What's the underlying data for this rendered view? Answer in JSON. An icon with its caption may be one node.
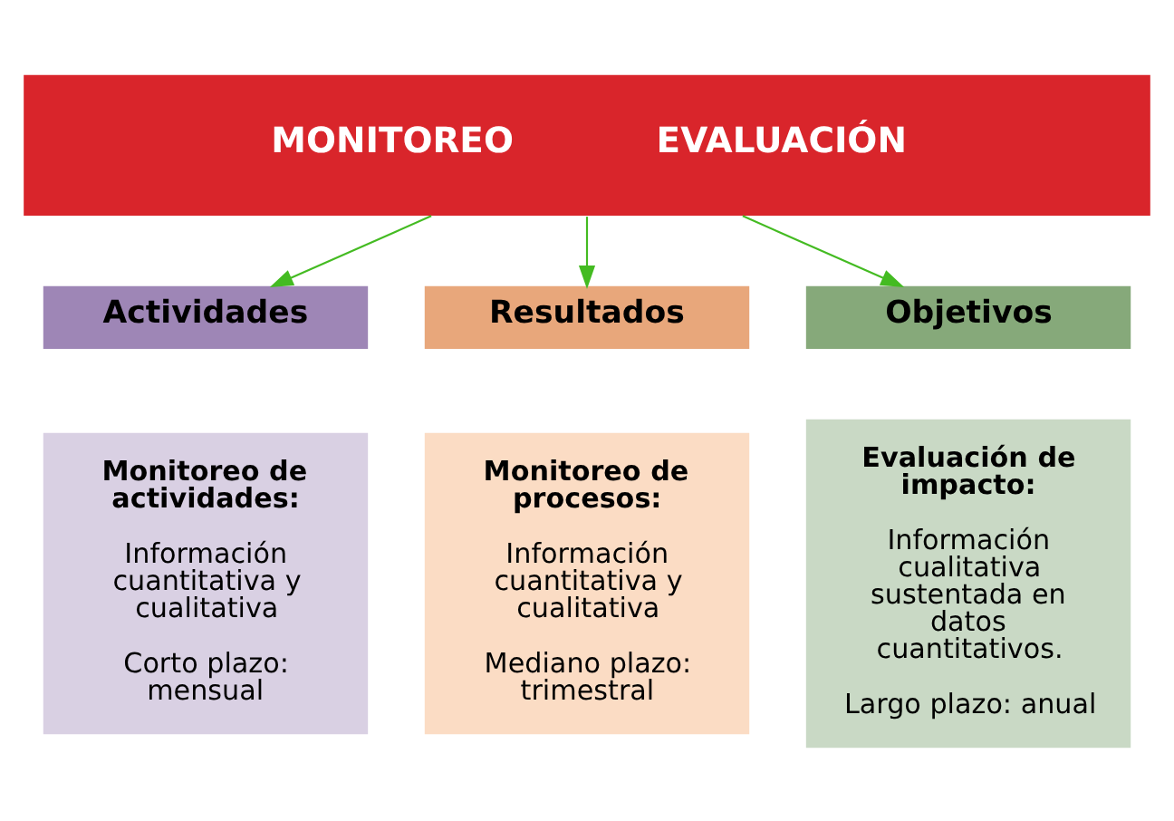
{
  "diagram": {
    "nodes": [
      {
        "text": [
          "MONITOREO",
          "EVALUACIÓN"
        ]
      },
      {
        "text": [
          "Actividades"
        ]
      },
      {
        "text": [
          "Monitoreo de actividades:",
          "Información cuantitativa y cualitativa",
          "Corto plazo: mensual"
        ]
      },
      {
        "text": [
          "Resultados"
        ]
      },
      {
        "text": [
          "Monitoreo de procesos:",
          "Información cuantitativa y cualitativa",
          "Mediano plazo: trimestral"
        ]
      },
      {
        "text": [
          "Objetivos"
        ]
      },
      {
        "text": [
          "Evaluación de impacto:",
          "Información cualitativa sustentada en datos cuantitativos.",
          "Largo plazo: anual"
        ]
      }
    ],
    "edges": [
      {
        "from": 0,
        "to": 1,
        "arrow": "to",
        "color": "#44bb22"
      },
      {
        "from": 0,
        "to": 3,
        "arrow": "to",
        "color": "#44bb22"
      },
      {
        "from": 0,
        "to": 5,
        "arrow": "to",
        "color": "#44bb22"
      }
    ]
  }
}
